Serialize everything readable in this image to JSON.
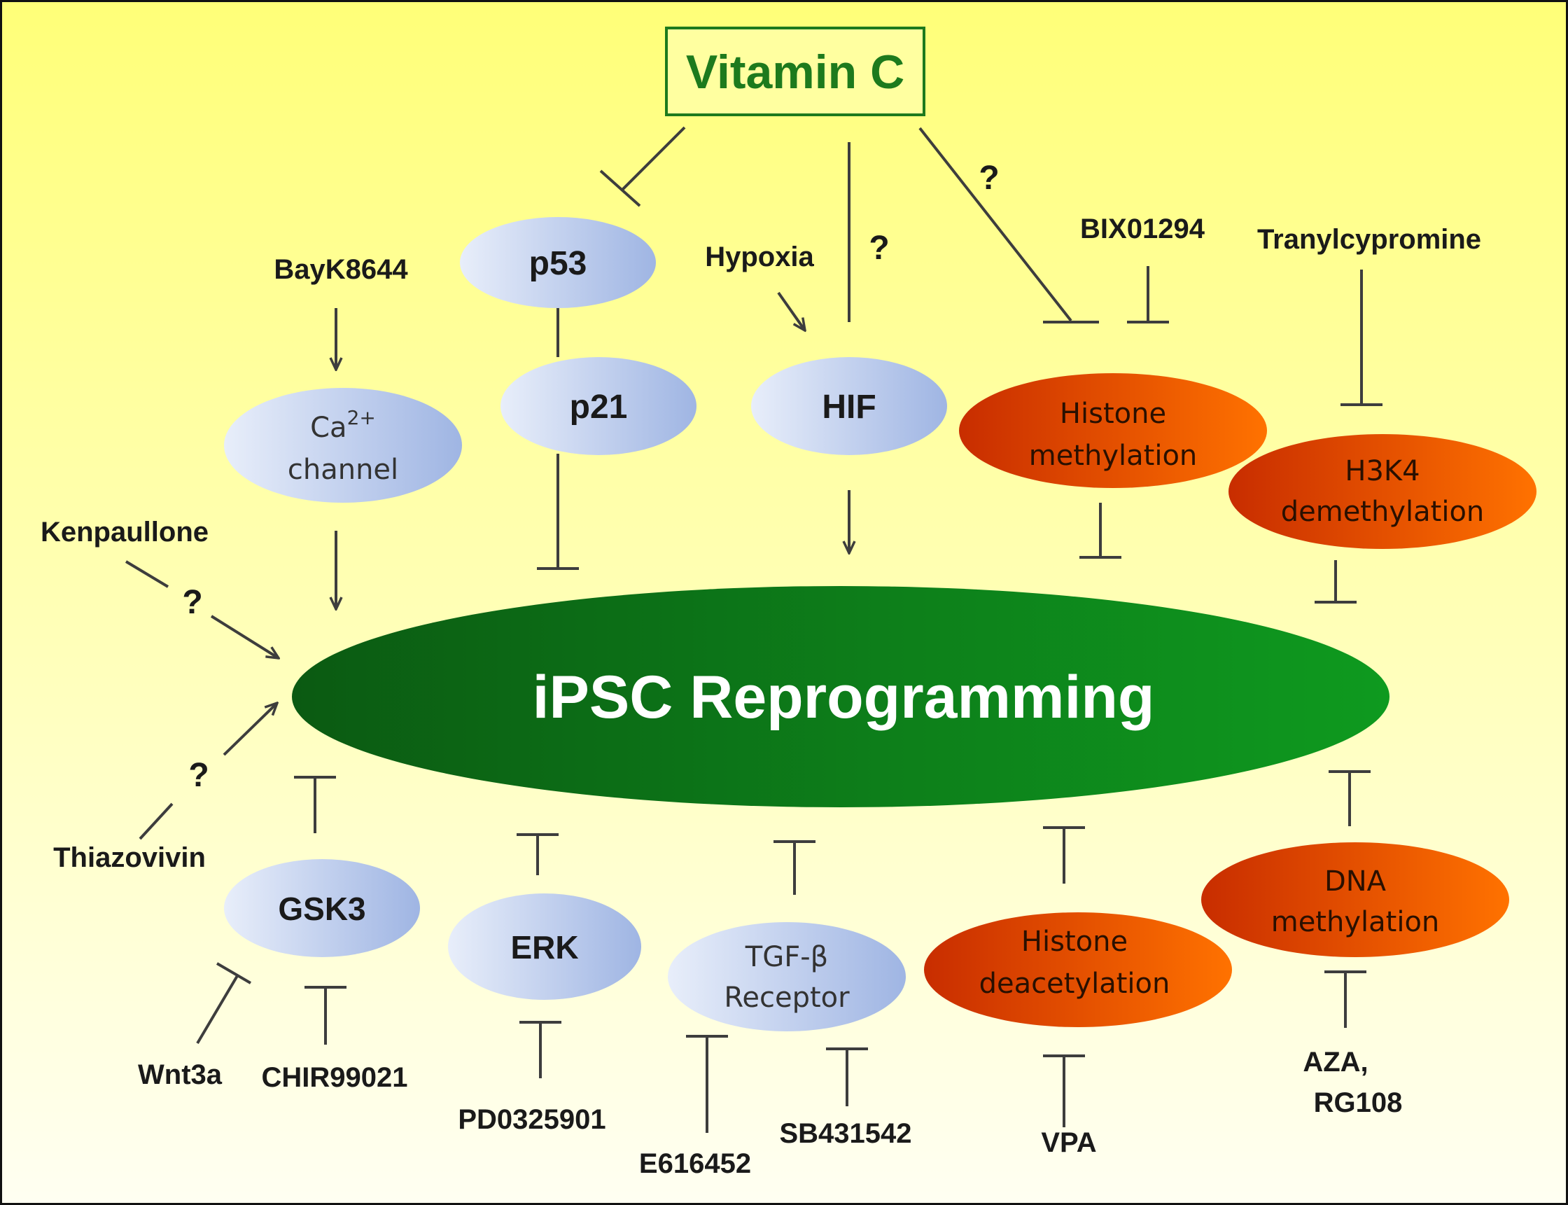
{
  "center": {
    "label": "iPSC Reprogramming"
  },
  "vitamin_c": {
    "label": "Vitamin C"
  },
  "nodes": {
    "p53": "p53",
    "p21": "p21",
    "hif": "HIF",
    "ca_channel": {
      "main": "Ca",
      "sup": "2+",
      "line2": "channel"
    },
    "histone_methylation": {
      "line1": "Histone",
      "line2": "methylation"
    },
    "h3k4_demethylation": {
      "line1": "H3K4",
      "line2": "demethylation"
    },
    "gsk3": "GSK3",
    "erk": "ERK",
    "tgfb_receptor": {
      "line1": "TGF-β",
      "line2": "Receptor"
    },
    "histone_deacetylation": {
      "line1": "Histone",
      "line2": "deacetylation"
    },
    "dna_methylation": {
      "line1": "DNA",
      "line2": "methylation"
    }
  },
  "compounds": {
    "baykb8644": "BayK8644",
    "hypoxia": "Hypoxia",
    "bix01294": "BIX01294",
    "tranylcypromine": "Tranylcypromine",
    "kenpaullone": "Kenpaullone",
    "thiazovivin": "Thiazovivin",
    "wnt3a": "Wnt3a",
    "chir99021": "CHIR99021",
    "pd0325901": "PD0325901",
    "e616452": "E616452",
    "sb431542": "SB431542",
    "vpa": "VPA",
    "aza_rg108": {
      "line1": "AZA,",
      "line2": "RG108"
    }
  },
  "unknown_mark": "?",
  "colors": {
    "background_top": "#ffff80",
    "background_bottom": "#fffff0",
    "center_fill": "#0d7a1a",
    "vitamin_c_text": "#1d7a1d",
    "blue_node": "#b8c8ea",
    "orange_node": "#ff6a00",
    "connector": "#3d3d3d"
  }
}
